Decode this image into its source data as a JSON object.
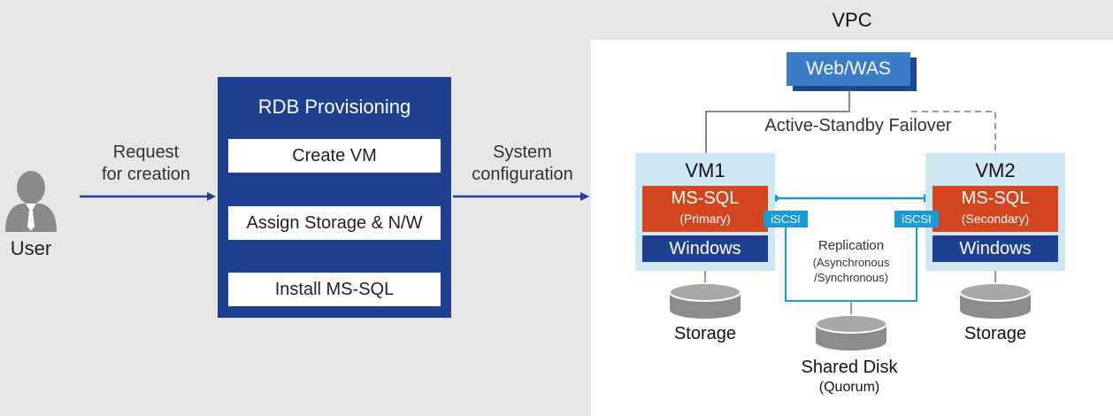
{
  "vpc": {
    "title": "VPC"
  },
  "user": {
    "label": "User",
    "icon": "user-icon"
  },
  "edges": {
    "request": {
      "line1": "Request",
      "line2": "for creation"
    },
    "system": {
      "line1": "System",
      "line2": "configuration"
    }
  },
  "rdb": {
    "title": "RDB Provisioning",
    "steps": [
      "Create VM",
      "Assign Storage & N/W",
      "Install MS-SQL"
    ]
  },
  "web_was": {
    "label": "Web/WAS"
  },
  "failover": {
    "label": "Active-Standby Failover"
  },
  "vm1": {
    "title": "VM1",
    "db": "MS-SQL",
    "role": "(Primary)",
    "os": "Windows",
    "iscsi": "iSCSI",
    "storage": "Storage"
  },
  "vm2": {
    "title": "VM2",
    "db": "MS-SQL",
    "role": "(Secondary)",
    "os": "Windows",
    "iscsi": "iSCSI",
    "storage": "Storage"
  },
  "replication": {
    "label": "Replication",
    "mode1": "(Asynchronous",
    "mode2": "/Synchronous)"
  },
  "shared_disk": {
    "label": "Shared Disk",
    "sublabel": "(Quorum)"
  },
  "colors": {
    "navy": "#1f3f8f",
    "accent_blue": "#3a7cc7",
    "mssql_orange": "#d2451e",
    "vm_bg": "#cfe6f3",
    "iscsi_blue": "#1a9ad6",
    "page_bg": "#e6e6e6",
    "disk_gray": "#8c8c8c"
  }
}
